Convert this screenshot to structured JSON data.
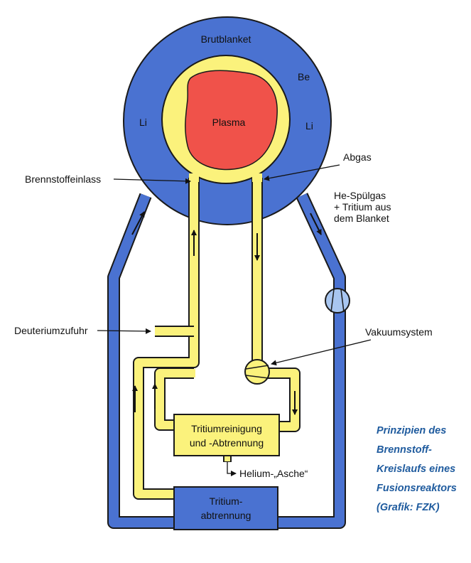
{
  "labels": {
    "brutblanket": "Brutblanket",
    "be": "Be",
    "li_left": "Li",
    "li_right": "Li",
    "plasma": "Plasma",
    "brennstoffeinlass": "Brennstoffeinlass",
    "abgas": "Abgas",
    "he_spuelgas": [
      "He-Spülgas",
      "+ Tritium aus",
      "dem Blanket"
    ],
    "deuteriumzufuhr": "Deuteriumzufuhr",
    "vakuumsystem": "Vakuumsystem",
    "tritiumreinigung": [
      "Tritiumreinigung",
      "und -Abtrennung"
    ],
    "helium_asche": "Helium-„Asche“",
    "tritium_abtrennung": [
      "Tritium-",
      "abtrennung"
    ]
  },
  "caption": [
    "Prinzipien des",
    "Brennstoff-",
    "Kreislaufs eines",
    "Fusionsreaktors",
    "(Grafik: FZK)"
  ],
  "colors": {
    "blanket_blue": "#4a72d1",
    "pipe_yellow": "#fbf27c",
    "plasma_red": "#f0524a",
    "outline": "#1a1a1a",
    "caption_blue": "#1f5b9e"
  }
}
